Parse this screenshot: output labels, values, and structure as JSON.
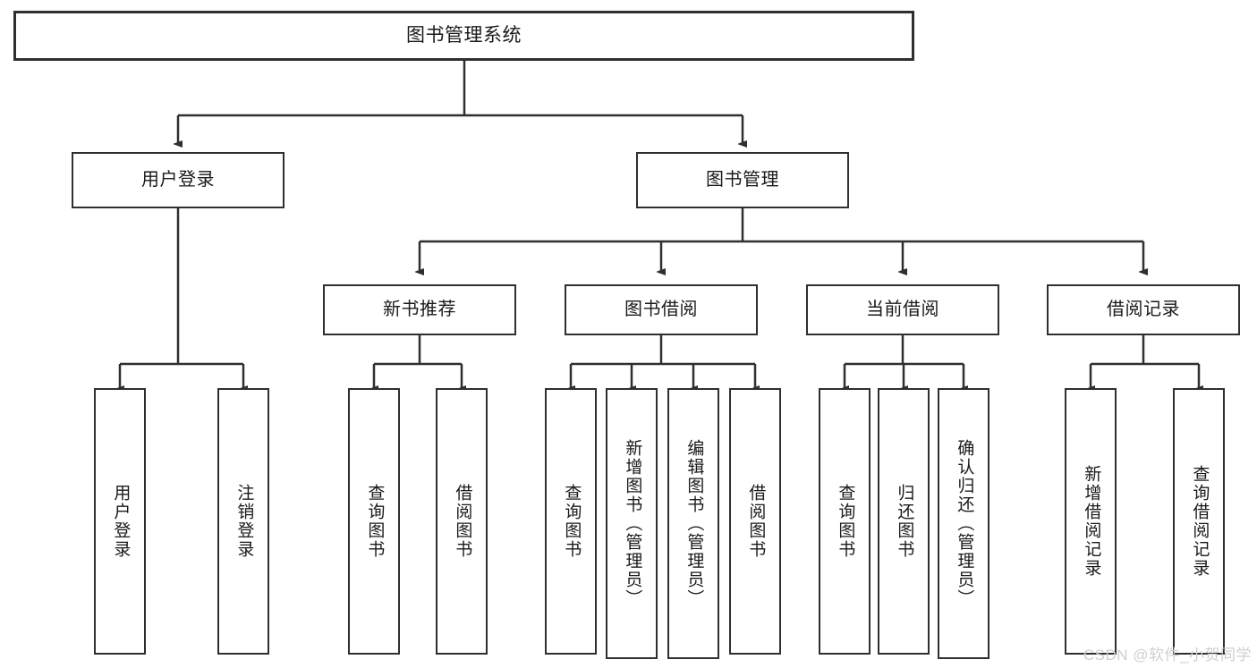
{
  "diagram": {
    "type": "tree-hierarchy-chart",
    "title": "图书管理系统",
    "root": {
      "label": "图书管理系统"
    },
    "level2": [
      {
        "label": "用户登录"
      },
      {
        "label": "图书管理"
      }
    ],
    "level3": [
      {
        "label": "新书推荐"
      },
      {
        "label": "图书借阅"
      },
      {
        "label": "当前借阅"
      },
      {
        "label": "借阅记录"
      }
    ],
    "leaves": {
      "user_login": [
        {
          "label": "用户登录"
        },
        {
          "label": "注销登录"
        }
      ],
      "new_book_recommend": [
        {
          "label": "查询图书"
        },
        {
          "label": "借阅图书"
        }
      ],
      "book_borrow": [
        {
          "label": "查询图书"
        },
        {
          "label": "新增图书（管理员）"
        },
        {
          "label": "编辑图书（管理员）"
        },
        {
          "label": "借阅图书"
        }
      ],
      "current_borrow": [
        {
          "label": "查询图书"
        },
        {
          "label": "归还图书"
        },
        {
          "label": "确认归还（管理员）"
        }
      ],
      "borrow_record": [
        {
          "label": "新增借阅记录"
        },
        {
          "label": "查询借阅记录"
        }
      ]
    }
  },
  "watermark": {
    "text": "CSDN @软件_小贺同学"
  },
  "colors": {
    "stroke": "#2f2f2f",
    "text": "#1a1a1a",
    "background": "#ffffff",
    "watermark": "#cfcfcf"
  }
}
